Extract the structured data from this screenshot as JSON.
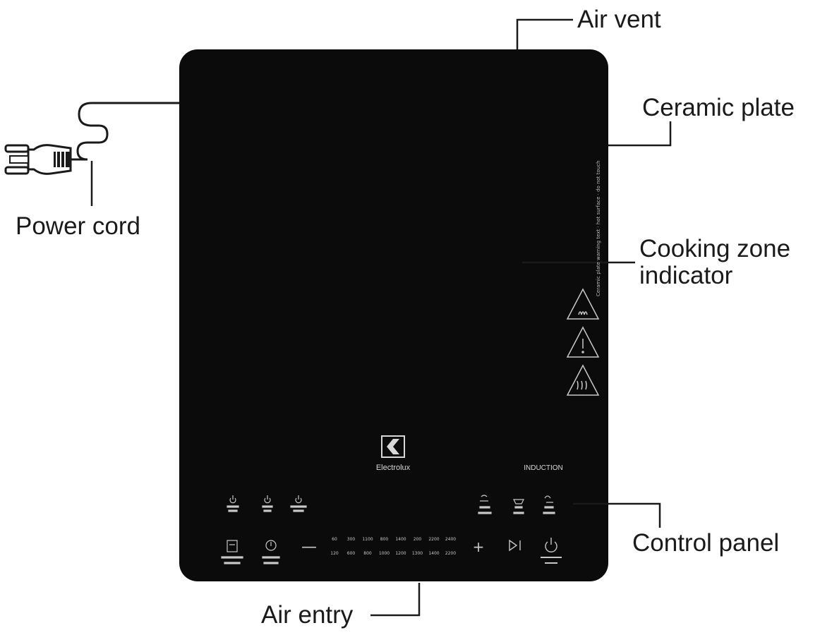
{
  "labels": {
    "air_vent": "Air vent",
    "ceramic_plate": "Ceramic plate",
    "power_cord": "Power cord",
    "cooking_zone_line1": "Cooking zone",
    "cooking_zone_line2": "indicator",
    "control_panel": "Control panel",
    "air_entry": "Air entry"
  },
  "device": {
    "brand": "Electrolux",
    "badge": "INDUCTION"
  },
  "control_panel": {
    "power_levels_top": [
      "60",
      "300",
      "1100",
      "800",
      "1400",
      "200",
      "2200",
      "2400"
    ],
    "power_levels_bottom": [
      "120",
      "600",
      "800",
      "1000",
      "1200",
      "1300",
      "1400",
      "2200"
    ],
    "minus": "—",
    "plus": "+"
  },
  "colors": {
    "plate": "#0b0b0b",
    "line": "#1a1a1a",
    "print": "#c8c8c8"
  }
}
